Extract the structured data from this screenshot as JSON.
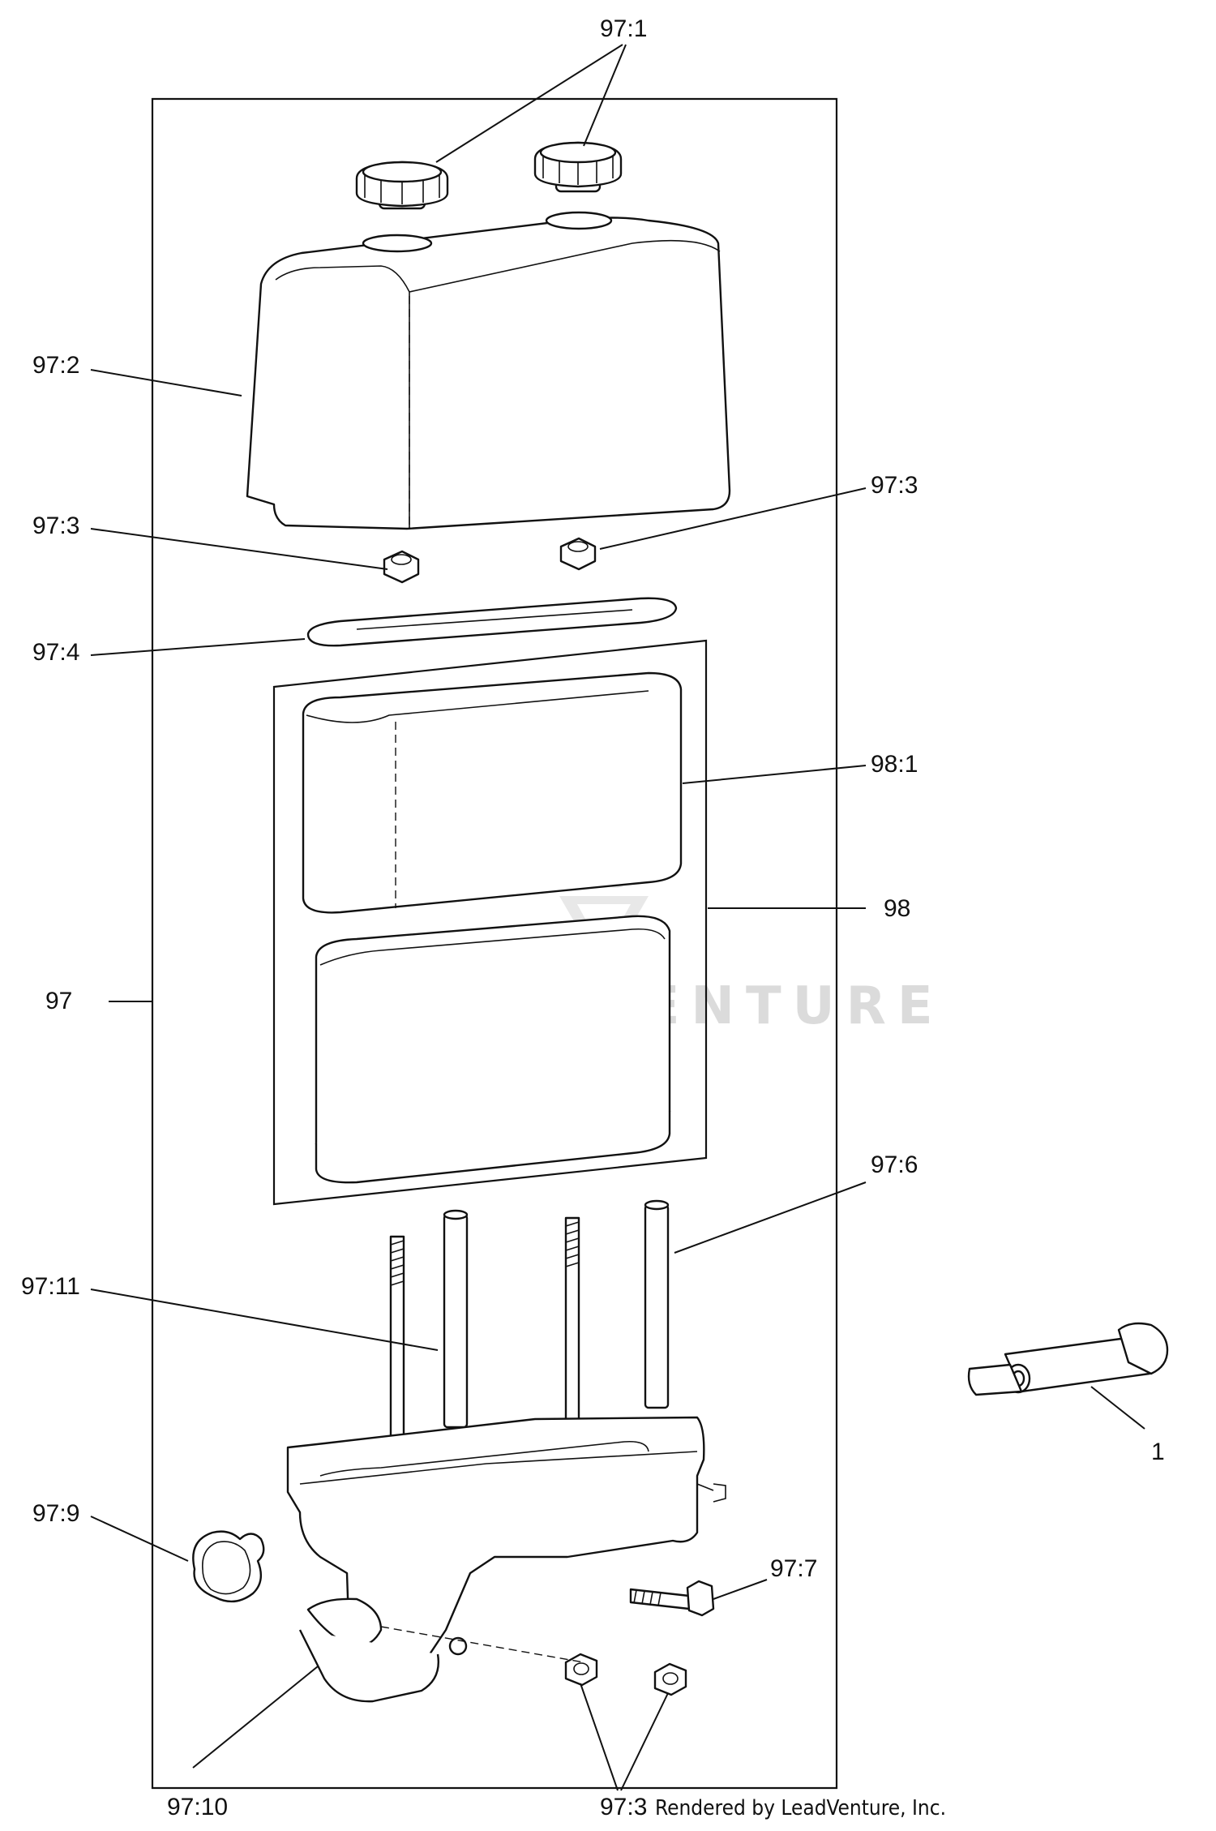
{
  "callouts": {
    "c97_1": "97:1",
    "c97_2": "97:2",
    "c97_3_right": "97:3",
    "c97_3_left": "97:3",
    "c97_4": "97:4",
    "c98_1": "98:1",
    "c98": "98",
    "c97": "97",
    "c97_6": "97:6",
    "c97_11": "97:11",
    "c1": "1",
    "c97_9": "97:9",
    "c97_7": "97:7",
    "c97_10": "97:10",
    "c97_3_bottom": "97:3"
  },
  "credit": "Rendered by LeadVenture, Inc.",
  "watermark": "LEADVENTURE"
}
